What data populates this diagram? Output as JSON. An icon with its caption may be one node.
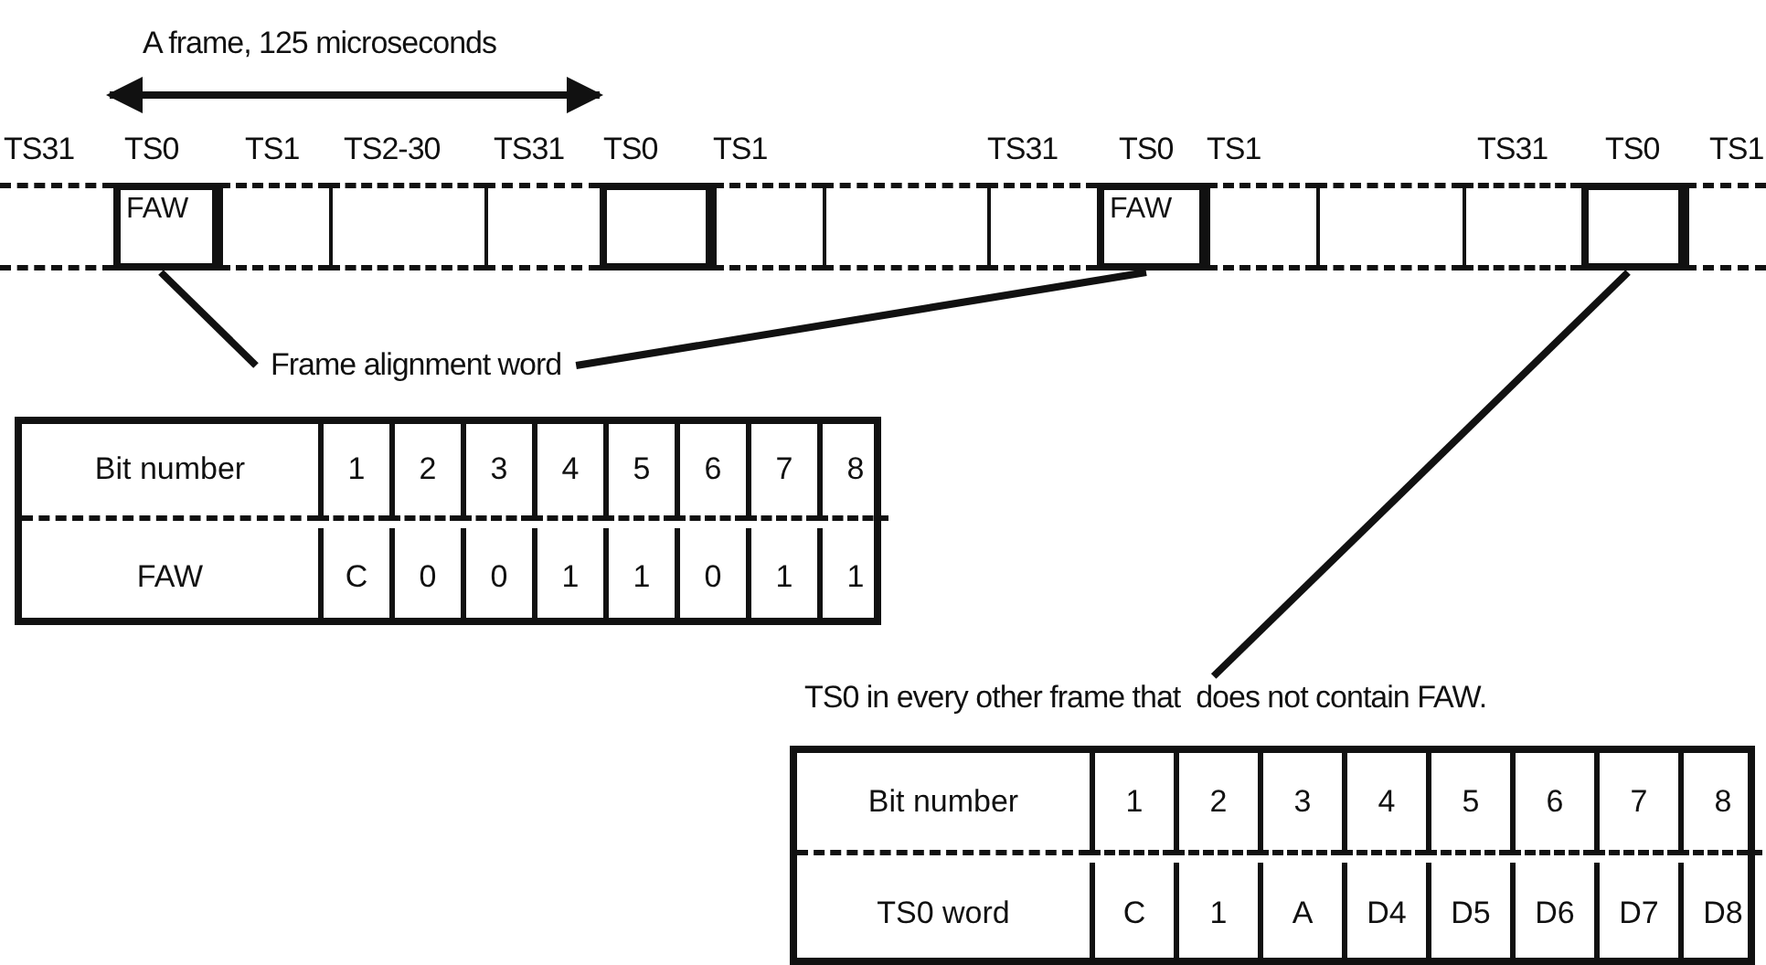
{
  "diagram": {
    "nodes": [
      {
        "text": [],
        "shape": "box"
      },
      {
        "text": [
          "FAW"
        ]
      },
      {
        "text": [],
        "shape": "box"
      },
      {
        "text": [],
        "shape": "box"
      },
      {
        "text": [],
        "shape": "box"
      },
      {
        "text": [],
        "shape": "box"
      },
      {
        "text": [],
        "shape": "box"
      },
      {
        "text": [],
        "shape": "box"
      },
      {
        "text": [],
        "shape": "box"
      },
      {
        "text": [
          "FAW"
        ]
      },
      {
        "text": [],
        "shape": "box"
      },
      {
        "text": [],
        "shape": "box"
      },
      {
        "text": [],
        "shape": "box"
      },
      {
        "text": [],
        "shape": "box"
      },
      {
        "text": [],
        "shape": "box"
      },
      {
        "text": [
          "Frame alignment word"
        ]
      },
      {
        "text": [
          "TS0 in every other frame that  does not contain FAW."
        ]
      }
    ],
    "edges": [
      {
        "from": 15,
        "to": 1,
        "arrow": "none"
      },
      {
        "from": 15,
        "to": 9,
        "arrow": "none"
      },
      {
        "from": 16,
        "to": 13,
        "arrow": "none"
      }
    ],
    "labels": [
      "A frame, 125 microseconds",
      "TS31",
      "TS0",
      "TS1",
      "TS2-30",
      "TS31",
      "TS0",
      "TS1",
      "TS31",
      "TS0",
      "TS1",
      "TS31",
      "TS0",
      "TS1",
      "Bit number",
      "1",
      "2",
      "3",
      "4",
      "5",
      "6",
      "7",
      "8",
      "FAW",
      "C",
      "0",
      "0",
      "1",
      "1",
      "0",
      "1",
      "1",
      "Bit number",
      "1",
      "2",
      "3",
      "4",
      "5",
      "6",
      "7",
      "8",
      "TS0 word",
      "C",
      "1",
      "A",
      "D4",
      "D5",
      "D6",
      "D7",
      "D8"
    ]
  }
}
